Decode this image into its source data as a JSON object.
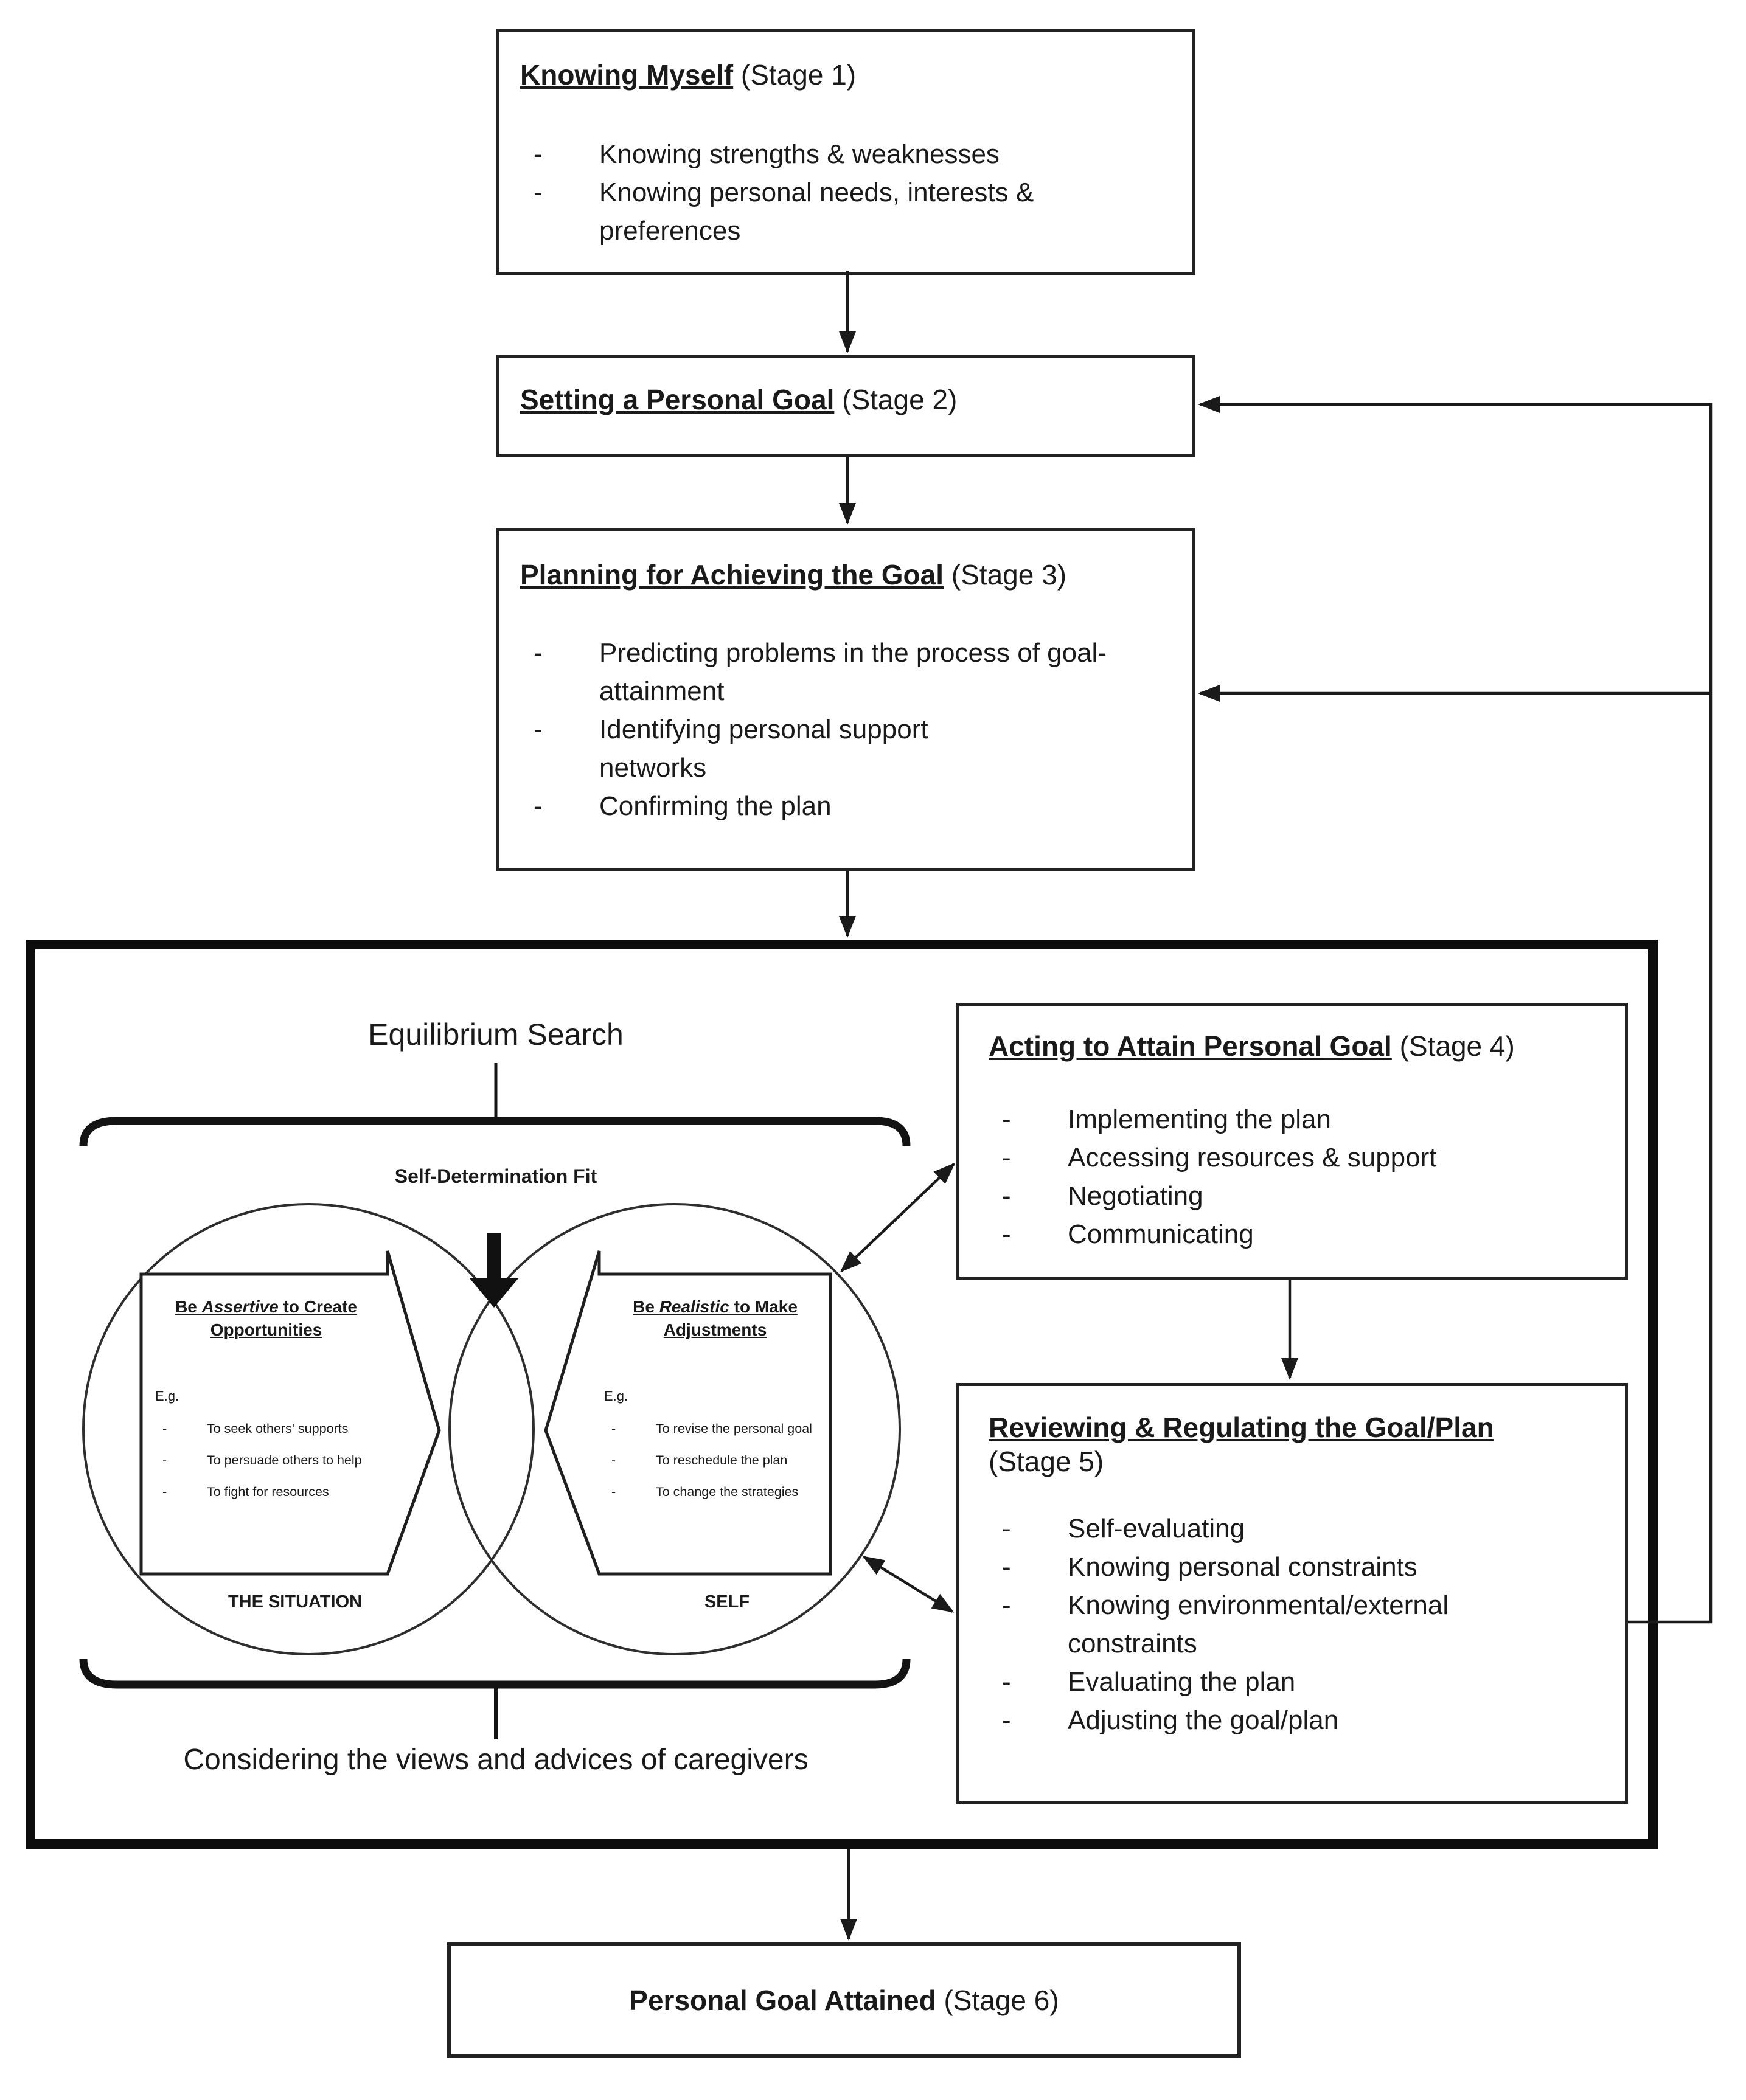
{
  "ui": {
    "bullet_marker": "-"
  },
  "colors": {
    "ink": "#1a1a1a",
    "box_border": "#232323",
    "outer_border": "#0d0d0d"
  },
  "stage1": {
    "title": "Knowing Myself",
    "stage_label": " (Stage 1)",
    "bullets": [
      "Knowing strengths & weaknesses",
      "Knowing personal needs, interests & preferences"
    ]
  },
  "stage2": {
    "title": "Setting a Personal Goal",
    "stage_label": " (Stage 2)"
  },
  "stage3": {
    "title": "Planning for Achieving the Goal",
    "stage_label": " (Stage 3)",
    "bullets": [
      "Predicting problems in the process of goal-attainment",
      "Identifying personal support networks",
      "Confirming the plan"
    ]
  },
  "stage4": {
    "title": "Acting to Attain Personal Goal",
    "stage_label": " (Stage 4)",
    "bullets": [
      "Implementing the plan",
      "Accessing resources & support",
      "Negotiating",
      "Communicating"
    ]
  },
  "stage5": {
    "title": "Reviewing & Regulating the Goal/Plan",
    "stage_label": "(Stage 5)",
    "bullets": [
      "Self-evaluating",
      "Knowing personal constraints",
      "Knowing environmental/external constraints",
      "Evaluating the plan",
      "Adjusting the goal/plan"
    ]
  },
  "stage6": {
    "title": "Personal Goal Attained",
    "stage_label": " (Stage 6)"
  },
  "equilibrium": {
    "heading": "Equilibrium Search",
    "fit_label": "Self-Determination Fit",
    "left_box": {
      "title_pre": "Be ",
      "title_italic": "Assertive",
      "title_post": " to Create Opportunities",
      "eg_label": "E.g.",
      "bullets": [
        "To seek others' supports",
        "To persuade others to help",
        "To fight for resources"
      ]
    },
    "right_box": {
      "title_pre": "Be ",
      "title_italic": "Realistic",
      "title_post": " to Make Adjustments",
      "eg_label": "E.g.",
      "bullets": [
        "To revise the personal goal",
        "To reschedule the plan",
        "To change the strategies"
      ]
    },
    "situation_label": "THE SITUATION",
    "self_label": "SELF",
    "caption": "Considering the views and advices of caregivers"
  }
}
